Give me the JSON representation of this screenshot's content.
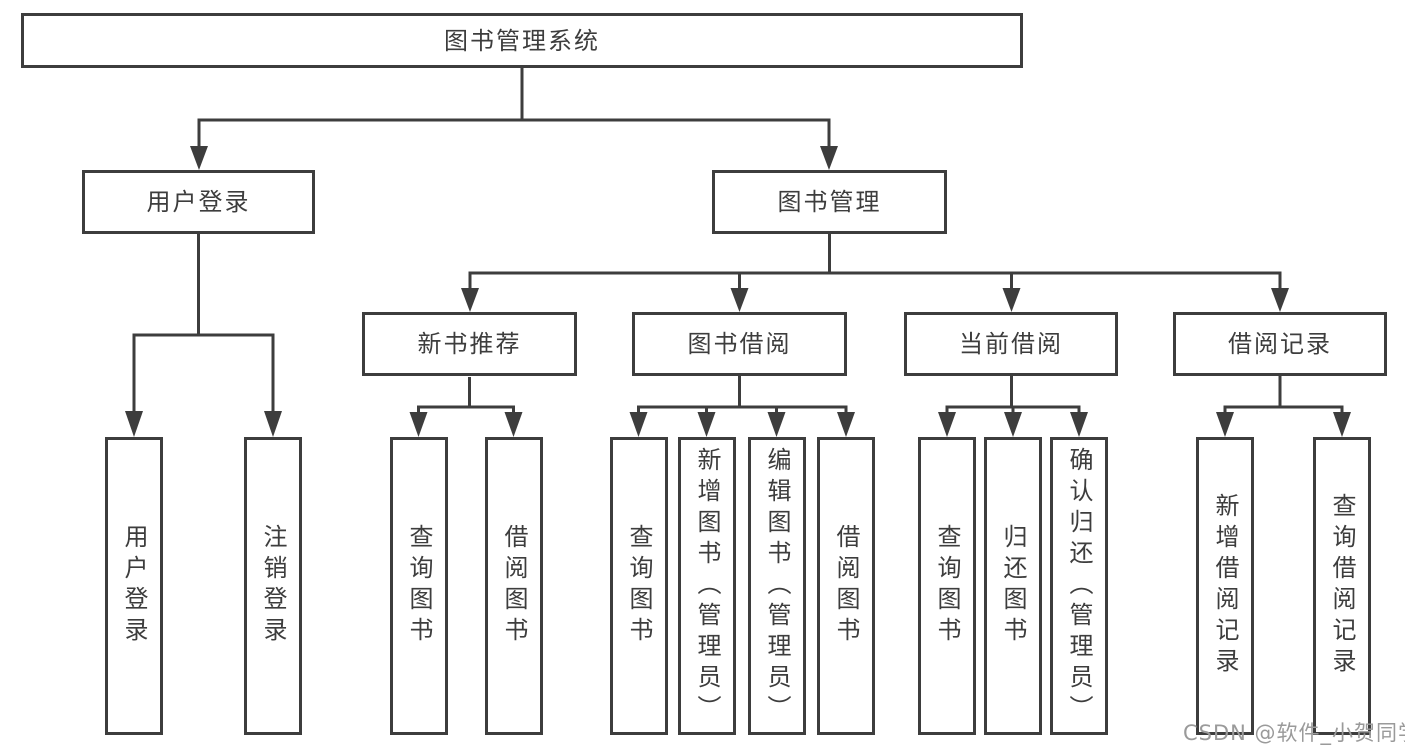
{
  "diagram": {
    "root": {
      "label": "图书管理系统"
    },
    "branches": [
      {
        "label": "用户登录",
        "children": [
          {
            "label": "用户登录"
          },
          {
            "label": "注销登录"
          }
        ]
      },
      {
        "label": "图书管理",
        "children": [
          {
            "label": "新书推荐",
            "children": [
              {
                "label": "查询图书"
              },
              {
                "label": "借阅图书"
              }
            ]
          },
          {
            "label": "图书借阅",
            "children": [
              {
                "label": "查询图书"
              },
              {
                "label": "新增图书（管理员）"
              },
              {
                "label": "编辑图书（管理员）"
              },
              {
                "label": "借阅图书"
              }
            ]
          },
          {
            "label": "当前借阅",
            "children": [
              {
                "label": "查询图书"
              },
              {
                "label": "归还图书"
              },
              {
                "label": "确认归还（管理员）"
              }
            ]
          },
          {
            "label": "借阅记录",
            "children": [
              {
                "label": "新增借阅记录"
              },
              {
                "label": "查询借阅记录"
              }
            ]
          }
        ]
      }
    ]
  },
  "watermark": "CSDN @软件_小贺同学",
  "colors": {
    "line": "#3d3d3d",
    "box_border": "#3d3d3d",
    "text": "#3d3d3d",
    "watermark": "#9a9a9a",
    "background": "#ffffff"
  }
}
